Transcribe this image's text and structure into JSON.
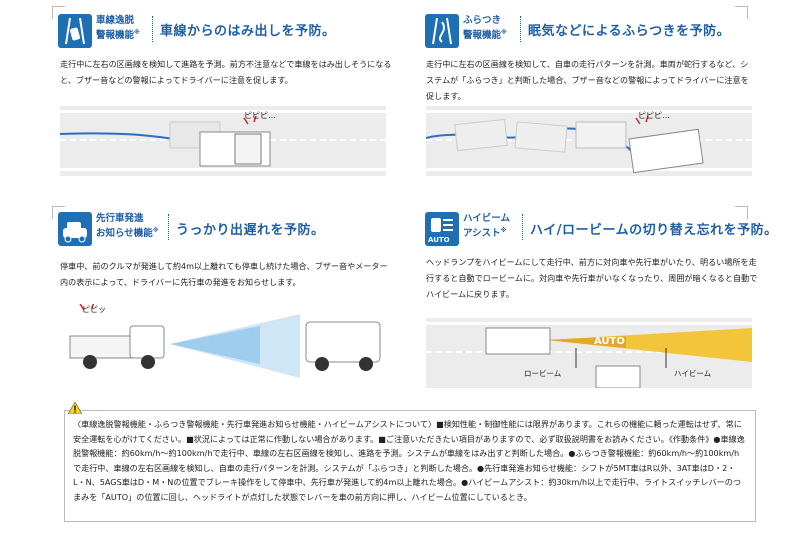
{
  "features": [
    {
      "id": "lane-departure",
      "name": "車線逸脱\n警報機能",
      "mark": "※",
      "headline": "車線からのはみ出しを予防。",
      "description": "走行中に左右の区画線を検知して進路を予測。前方不注意などで車線をはみ出しそうになると、ブザー音などの警報によってドライバーに注意を促します。",
      "beep": "ピピピ…"
    },
    {
      "id": "wobble",
      "name": "ふらつき\n警報機能",
      "mark": "※",
      "headline": "眠気などによるふらつきを予防。",
      "description": "走行中に左右の区画線を検知して、自車の走行パターンを計測。車両が蛇行するなど、システムが「ふらつき」と判断した場合、ブザー音などの警報によってドライバーに注意を促します。",
      "beep": "ピピピ…"
    },
    {
      "id": "lead-car",
      "name": "先行車発進\nお知らせ機能",
      "mark": "※",
      "headline": "うっかり出遅れを予防。",
      "description": "停車中、前のクルマが発進して約4m以上離れても停車し続けた場合、ブザー音やメーター内の表示によって、ドライバーに先行車の発進をお知らせします。",
      "beep": "ピピッ"
    },
    {
      "id": "high-beam",
      "name": "ハイビーム\nアシスト",
      "mark": "※",
      "headline": "ハイ/ロービームの切り替え忘れを予防。",
      "description": "ヘッドランプをハイビームにして走行中、前方に対向車や先行車がいたり、明るい場所を走行すると自動でロービームに。対向車や先行車がいなくなったり、周囲が暗くなると自動でハイビームに戻ります。",
      "auto_label": "AUTO",
      "low_beam_label": "ロービーム",
      "high_beam_label": "ハイビーム"
    }
  ],
  "icon_text": {
    "auto": "AUTO"
  },
  "caution": {
    "text": "〈車線逸脱警報機能・ふらつき警報機能・先行車発進お知らせ機能・ハイビームアシストについて〉■検知性能・制御性能には限界があります。これらの機能に頼った運転はせず、常に安全運転を心がけてください。■状況によっては正常に作動しない場合があります。■ご注意いただきたい項目がありますので、必ず取扱説明書をお読みください。《作動条件》●車線逸脱警報機能：約60km/h～約100km/hで走行中、車線の左右区画線を検知し、進路を予測。システムが車線をはみ出すと判断した場合。●ふらつき警報機能：約60km/h～約100km/hで走行中、車線の左右区画線を検知し、自車の走行パターンを計測。システムが「ふらつき」と判断した場合。●先行車発進お知らせ機能：シフトが5MT車はR以外、3AT車はD・2・L・N、5AGS車はD・M・Nの位置でブレーキ操作をして停車中、先行車が発進して約4m以上離れた場合。●ハイビームアシスト：約30km/h以上で走行中、ライトスイッチレバーのつまみを「AUTO」の位置に回し、ヘッドライトが点灯した状態でレバーを車の前方向に押し、ハイビーム位置にしているとき。"
  },
  "colors": {
    "accent": "#1f5fa8",
    "icon_bg": "#1f6fb5",
    "alert": "#d6242a",
    "beam": "#f3c53a"
  }
}
